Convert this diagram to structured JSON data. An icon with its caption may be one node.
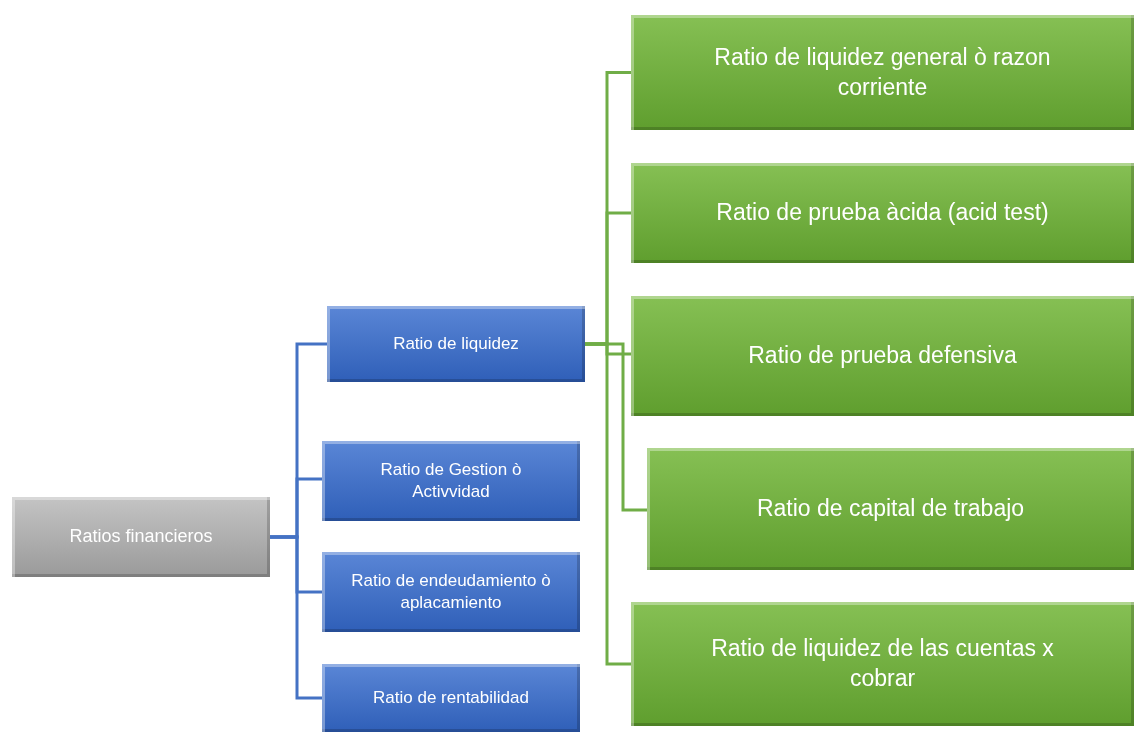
{
  "diagram": {
    "nodes": [
      {
        "text": [
          "Ratios financieros"
        ]
      },
      {
        "text": [
          "Ratio de liquidez"
        ]
      },
      {
        "text": [
          "Ratio de Gestion ò Activvidad"
        ]
      },
      {
        "text": [
          "Ratio de endeudamiento ò aplacamiento"
        ]
      },
      {
        "text": [
          "Ratio de rentabilidad"
        ]
      },
      {
        "text": [
          "Ratio de liquidez general ò razon corriente"
        ]
      },
      {
        "text": [
          "Ratio de prueba àcida (acid test)"
        ]
      },
      {
        "text": [
          "Ratio de prueba defensiva"
        ]
      },
      {
        "text": [
          "Ratio de capital de trabajo"
        ]
      },
      {
        "text": [
          "Ratio de liquidez de las cuentas x cobrar"
        ]
      }
    ],
    "edges": [
      {
        "from": 0,
        "to": 1,
        "arrow": "none",
        "color": "#4472c4"
      },
      {
        "from": 0,
        "to": 2,
        "arrow": "none",
        "color": "#4472c4"
      },
      {
        "from": 0,
        "to": 3,
        "arrow": "none",
        "color": "#4472c4"
      },
      {
        "from": 0,
        "to": 4,
        "arrow": "none",
        "color": "#4472c4"
      },
      {
        "from": 1,
        "to": 5,
        "arrow": "none"
      },
      {
        "from": 1,
        "to": 6,
        "arrow": "none"
      },
      {
        "from": 1,
        "to": 7,
        "arrow": "none"
      },
      {
        "from": 1,
        "to": 8,
        "arrow": "none"
      },
      {
        "from": 1,
        "to": 9,
        "arrow": "none"
      }
    ]
  }
}
